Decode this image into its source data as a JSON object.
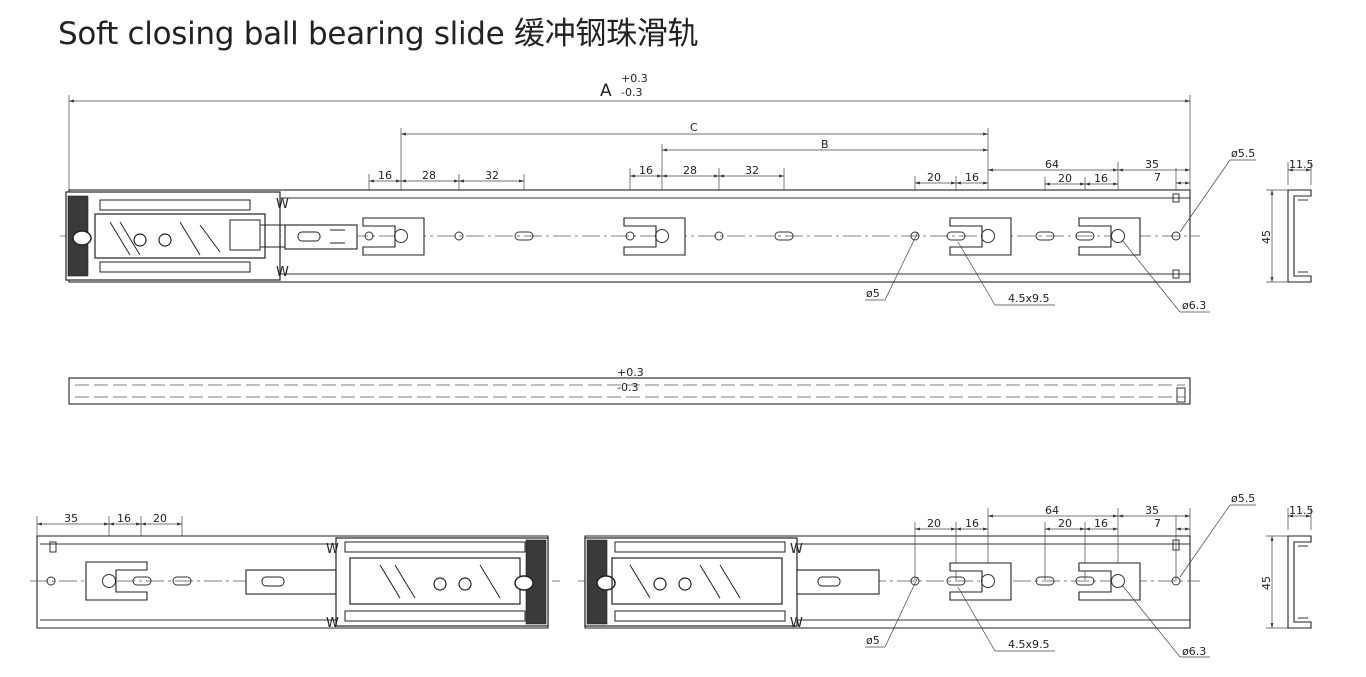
{
  "title": "Soft closing ball bearing slide 缓冲钢珠滑轨",
  "top_view": {
    "overall": {
      "symbol": "A",
      "tol_plus": "+0.3",
      "tol_minus": "-0.3"
    },
    "dim_c": "C",
    "dim_b": "B",
    "front": [
      "16",
      "28",
      "32"
    ],
    "middle": [
      "16",
      "28",
      "32"
    ],
    "rear_a": [
      "20",
      "16"
    ],
    "rear_64": "64",
    "rear_b": [
      "20",
      "16"
    ],
    "rear_35": "35",
    "rear_7": "7",
    "d55": "ø5.5",
    "d5": "ø5",
    "slot": "4.5x9.5",
    "d63": "ø6.3",
    "width": "11.5",
    "height": "45"
  },
  "side_view": {
    "tol_plus": "+0.3",
    "tol_minus": "-0.3"
  },
  "bottom_left": {
    "d35": "35",
    "d16": "16",
    "d20": "20"
  },
  "bottom_right": {
    "rear_a": [
      "20",
      "16"
    ],
    "rear_64": "64",
    "rear_b": [
      "20",
      "16"
    ],
    "rear_35": "35",
    "rear_7": "7",
    "d55": "ø5.5",
    "d5": "ø5",
    "slot": "4.5x9.5",
    "d63": "ø6.3",
    "width": "11.5",
    "height": "45"
  }
}
